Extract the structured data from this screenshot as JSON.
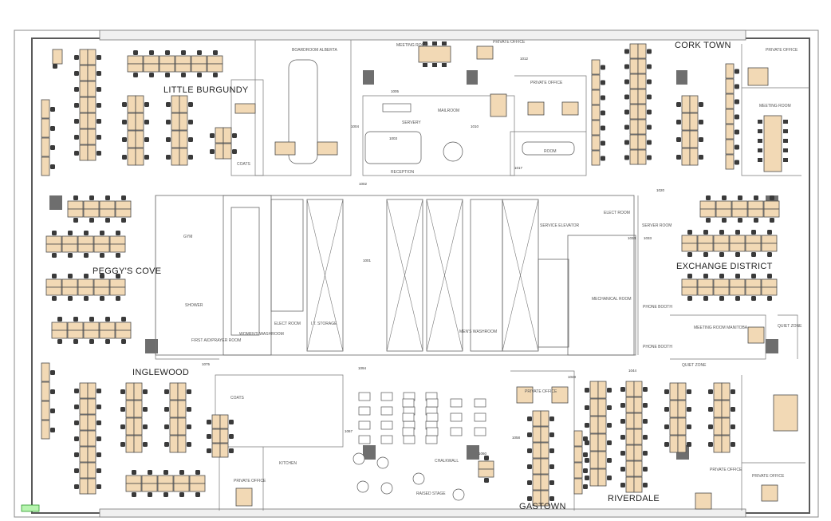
{
  "plan": {
    "neighborhoods": {
      "little_burgundy": "LITTLE BURGUNDY",
      "cork_town": "CORK TOWN",
      "peggys_cove": "PEGGY'S COVE",
      "exchange_district": "EXCHANGE DISTRICT",
      "inglewood": "INGLEWOOD",
      "gastown": "GASTOWN",
      "riverdale": "RIVERDALE"
    },
    "rooms": {
      "boardroom": "BOARDROOM ALBERTA",
      "meeting_room_top": "MEETING ROOM",
      "mailroom": "MAILROOM",
      "servery": "SERVERY",
      "reception": "RECEPTION",
      "room": "ROOM",
      "private_office": "PRIVATE OFFICE",
      "gym": "GYM",
      "shower": "SHOWER",
      "coats": "COATS",
      "elect_room": "ELECT ROOM",
      "it_storage": "I.T. STORAGE",
      "womens_washroom": "WOMEN'S WASHROOM",
      "mens_washroom": "MEN'S WASHROOM",
      "mechanical_room": "MECHANICAL ROOM",
      "server_room": "SERVER ROOM",
      "phone_booth": "PHONE BOOTH",
      "meeting_room_manitoba": "MEETING ROOM MANITOBA",
      "quiet_zone": "QUIET ZONE",
      "first_aid": "FIRST AID/PRAYER ROOM",
      "kitchen": "KITCHEN",
      "raised_stage": "RAISED STAGE",
      "chalkwall": "CHALKWALL",
      "service_elevator": "SERVICE ELEVATOR"
    },
    "room_numbers": {
      "n1002": "1002",
      "n1001": "1001",
      "n1003": "1003",
      "n1004": "1004",
      "n1005": "1005",
      "n1010": "1010",
      "n1012": "1012",
      "n1017": "1017",
      "n1020": "1020",
      "n1033": "1033",
      "n1034": "1034",
      "n1044": "1044",
      "n1048": "1048",
      "n1058": "1058",
      "n1060": "1060",
      "n1067": "1067",
      "n1075": "1075",
      "n1094": "1094"
    }
  }
}
